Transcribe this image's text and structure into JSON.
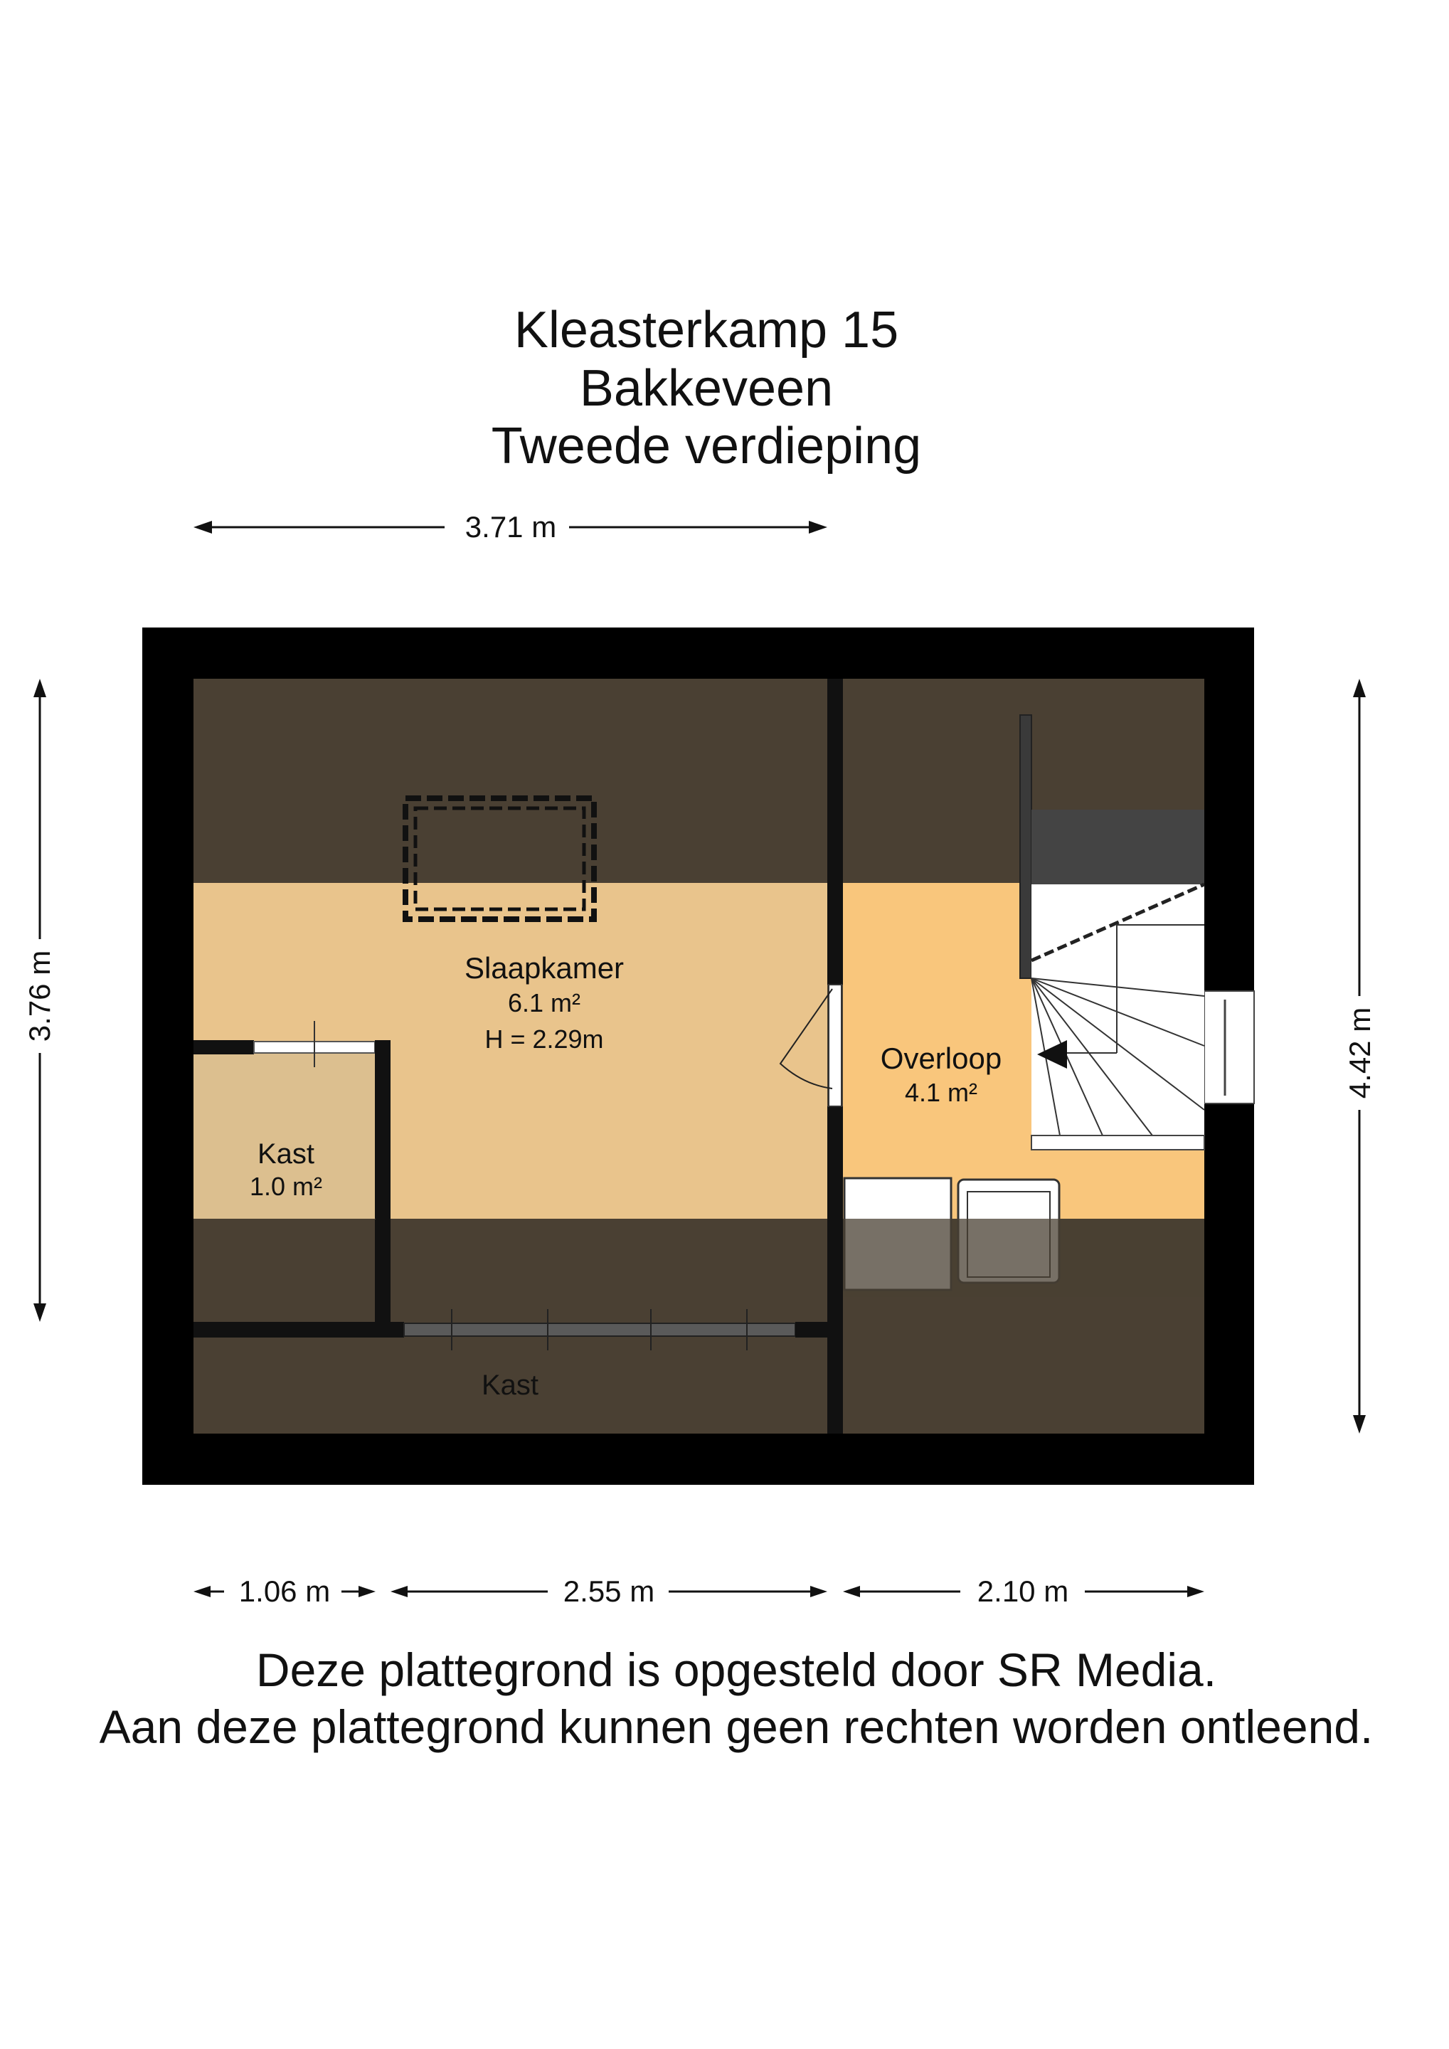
{
  "title": {
    "line1": "Kleasterkamp 15",
    "line2": "Bakkeveen",
    "line3": "Tweede verdieping"
  },
  "dimensions": {
    "top": "3.71 m",
    "left": "3.76 m",
    "right": "4.42 m",
    "bottom1": "1.06 m",
    "bottom2": "2.55 m",
    "bottom3": "2.10 m"
  },
  "rooms": {
    "slaapkamer": {
      "name": "Slaapkamer",
      "area": "6.1 m²",
      "height": "H = 2.29m"
    },
    "overloop": {
      "name": "Overloop",
      "area": "4.1 m²"
    },
    "kast_small": {
      "name": "Kast",
      "area": "1.0 m²"
    },
    "kast_bottom": {
      "name": "Kast"
    }
  },
  "footer": {
    "line1": "Deze plattegrond is opgesteld door SR Media.",
    "line2": "Aan deze plattegrond kunnen geen rechten worden ontleend."
  },
  "colors": {
    "wall": "#000000",
    "low_ceiling": "#4a4033",
    "slaapkamer": "#e9c48c",
    "overloop": "#f9c67c",
    "kast": "#dcbf8f"
  }
}
